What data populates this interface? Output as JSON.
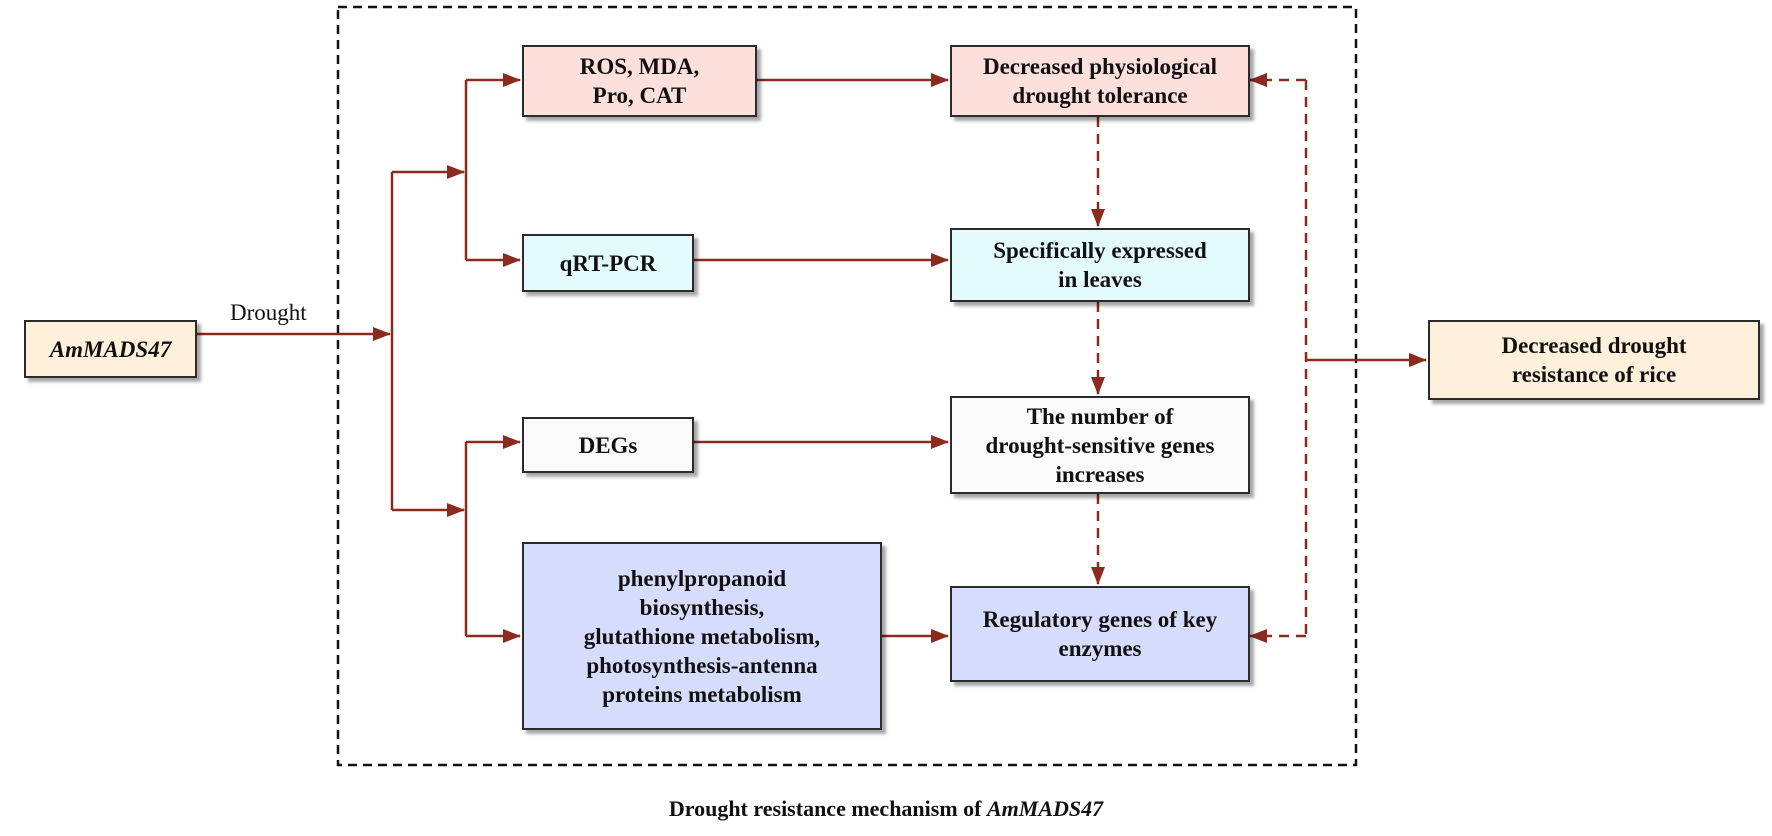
{
  "diagram": {
    "colors": {
      "arrow": "#8b2a1e",
      "border": "#2b2b2b",
      "pink": "#fde0dc",
      "cyan": "#e3fbfc",
      "white": "#fafafa",
      "lavender": "#d6dcfb",
      "cream": "#fff0dc"
    },
    "nodes": {
      "gene": "AmMADS47",
      "ros": "ROS, MDA,\nPro, CAT",
      "qrt": "qRT-PCR",
      "degs": "DEGs",
      "pathways": "phenylpropanoid\nbiosynthesis,\nglutathione metabolism,\nphotosynthesis-antenna\nproteins metabolism",
      "physio": "Decreased physiological\ndrought tolerance",
      "leaves": "Specifically expressed\nin leaves",
      "sensitive": "The number of\ndrought-sensitive genes\nincreases",
      "regulatory": "Regulatory genes of key\nenzymes",
      "result": "Decreased drought\nresistance of rice"
    },
    "edge_label": "Drought",
    "caption_prefix": "Drought resistance mechanism of ",
    "caption_gene": "AmMADS47"
  }
}
